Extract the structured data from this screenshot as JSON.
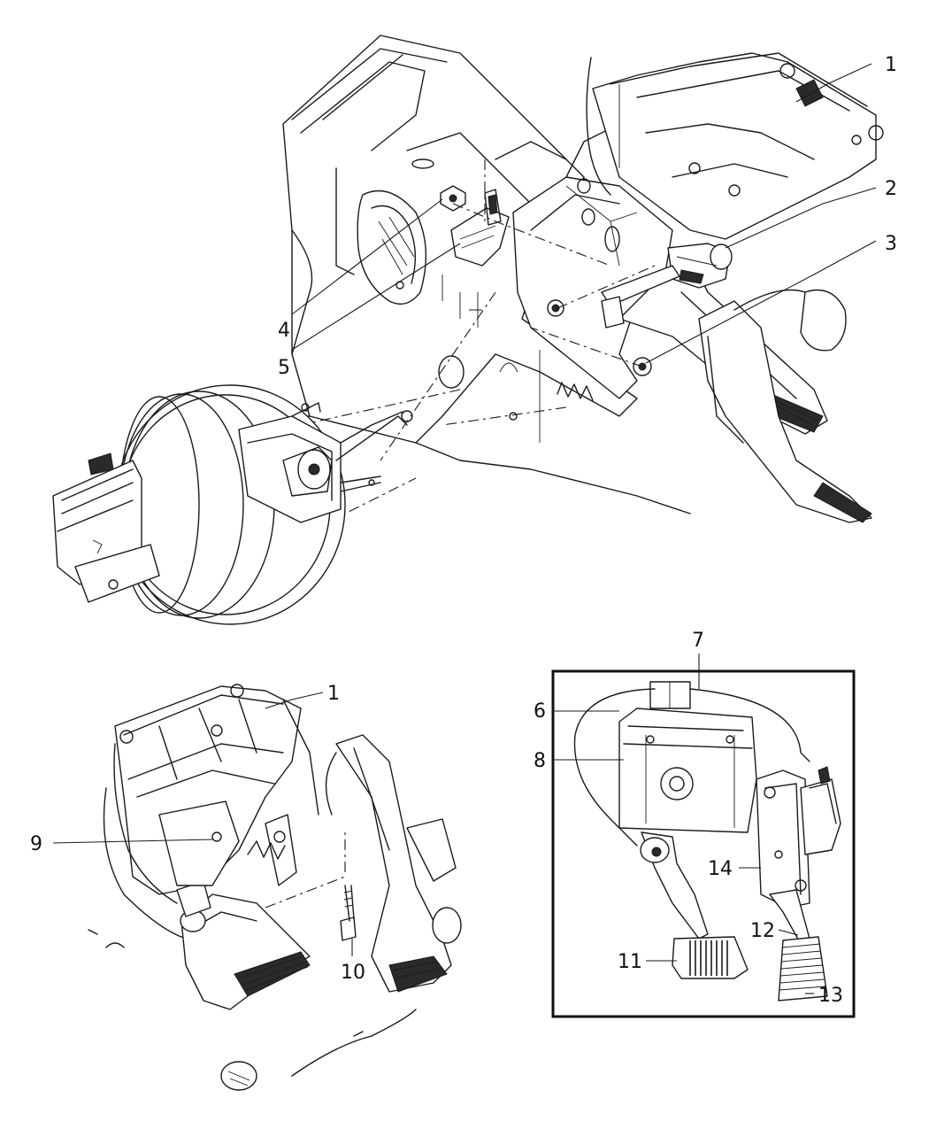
{
  "callouts": {
    "c1_top": "1",
    "c2": "2",
    "c3": "3",
    "c4": "4",
    "c5": "5",
    "c1_bottom": "1",
    "c6": "6",
    "c7": "7",
    "c8": "8",
    "c9": "9",
    "c10": "10",
    "c11": "11",
    "c12": "12",
    "c13": "13",
    "c14": "14"
  }
}
